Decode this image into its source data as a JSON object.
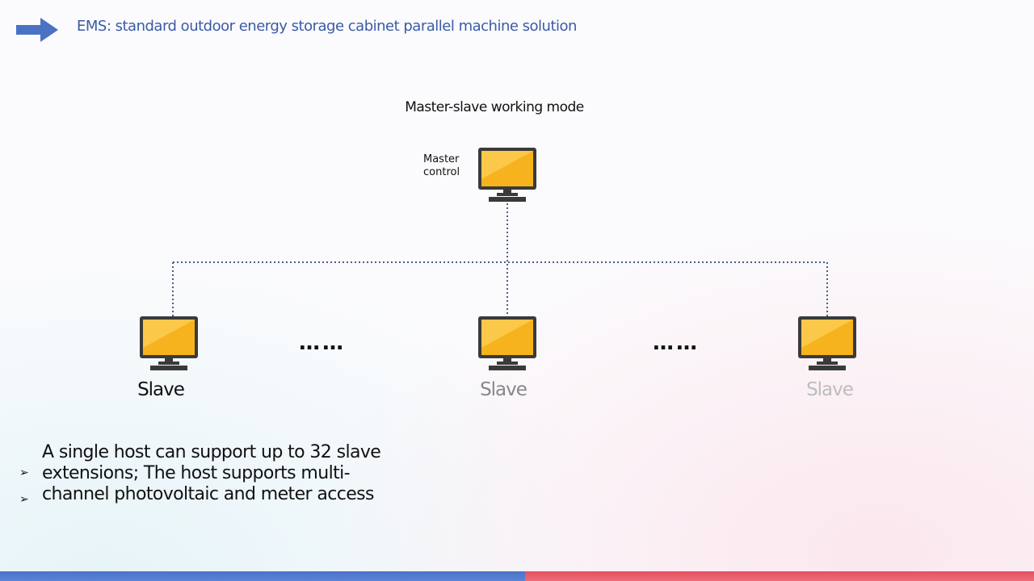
{
  "header": {
    "title": "EMS: standard outdoor energy storage cabinet parallel machine solution",
    "arrow_icon": "arrow-right-icon",
    "accent_color": "#4a72c4"
  },
  "diagram": {
    "title": "Master-slave working mode",
    "master_label": "Master control",
    "slaves": [
      {
        "label": "Slave",
        "color": "#111111"
      },
      {
        "label": "Slave",
        "color": "#888888"
      },
      {
        "label": "Slave",
        "color": "#bdbdbd"
      }
    ],
    "ellipsis": "……",
    "monitor_icon": "computer-monitor-icon",
    "monitor_color": "#f7b31e"
  },
  "bullets": {
    "marker": "➢",
    "text": "A single host can support up to 32 slave extensions; The host supports multi-channel photovoltaic and meter access"
  },
  "footer": {
    "left_color": "#4b72c8",
    "right_color": "#e5505f"
  }
}
